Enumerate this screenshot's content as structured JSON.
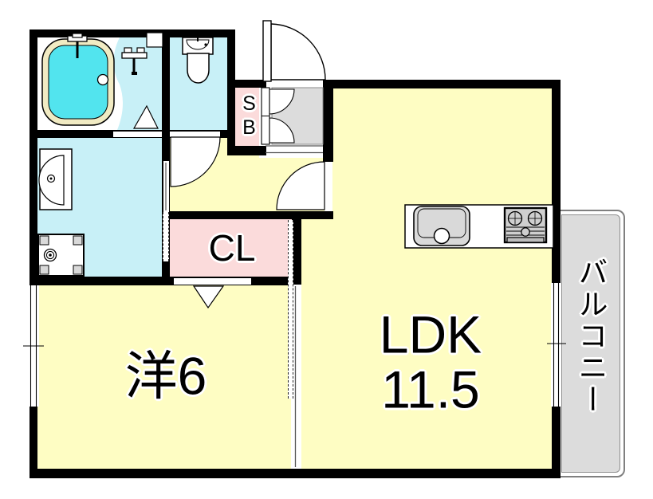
{
  "floor_plan": {
    "rooms": {
      "ldk": {
        "label": "LDK",
        "size": "11.5"
      },
      "western_room": {
        "label": "洋6"
      },
      "closet": {
        "label": "CL"
      },
      "shoe_box": {
        "label": "SB"
      },
      "balcony": {
        "label": "バルコニー"
      }
    },
    "colors": {
      "room_yellow": "#fefdc3",
      "water_cyan": "#c8f0f7",
      "tub_cyan": "#52e4ee",
      "tub_rim_cream": "#f1ebc3",
      "closet_pink": "#fbdbdb",
      "floor_gray": "#dcdcdc",
      "wall_black": "#000000",
      "line_gray": "#808080"
    }
  }
}
